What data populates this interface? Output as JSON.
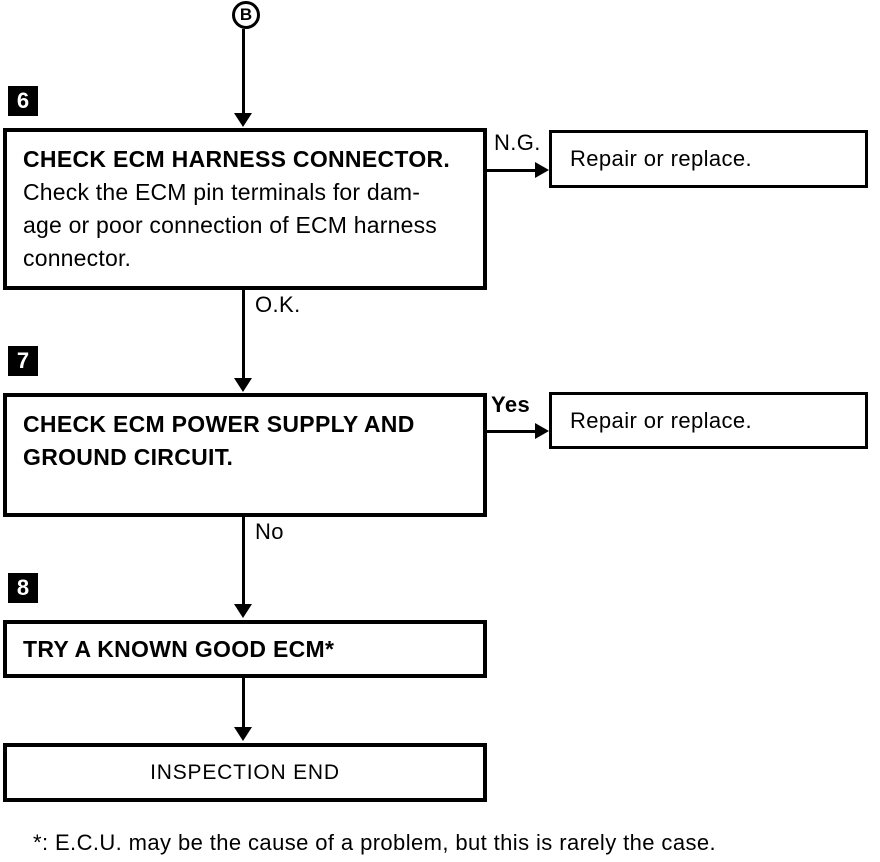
{
  "connector": {
    "label": "B"
  },
  "colors": {
    "ink": "#000000",
    "paper": "#ffffff"
  },
  "flowchart": {
    "steps": [
      {
        "number": "6",
        "title": "CHECK ECM HARNESS CONNECTOR.",
        "body_line1": "Check the ECM pin terminals for dam-",
        "body_line2": "age or poor connection of ECM harness",
        "body_line3": "connector.",
        "branch_label": "N.G.",
        "branch_result": "Repair or replace.",
        "pass_label": "O.K."
      },
      {
        "number": "7",
        "title_line1": "CHECK ECM POWER SUPPLY AND",
        "title_line2": "GROUND CIRCUIT.",
        "branch_label": "Yes",
        "branch_result": "Repair or replace.",
        "pass_label": "No"
      },
      {
        "number": "8",
        "title": "TRY A KNOWN GOOD ECM*"
      }
    ],
    "end_box": "INSPECTION END",
    "footnote": "*: E.C.U. may be the cause of a problem, but this is rarely the case."
  }
}
